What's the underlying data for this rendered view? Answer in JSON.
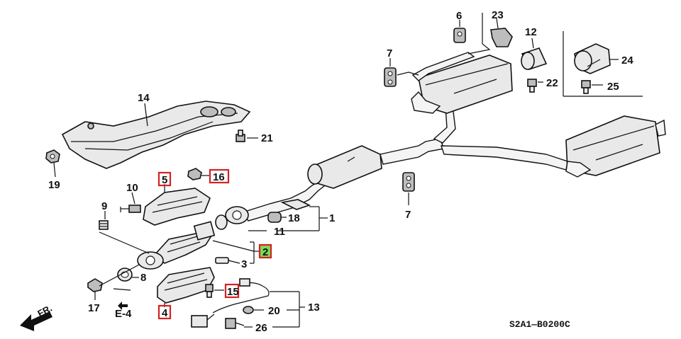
{
  "diagram": {
    "code": "S2A1—B0200C",
    "front_label": "FR.",
    "ref_label": "E-4",
    "callouts": [
      {
        "id": "1",
        "text": "1",
        "highlight": "none"
      },
      {
        "id": "2",
        "text": "2",
        "highlight": "green"
      },
      {
        "id": "3",
        "text": "3",
        "highlight": "none"
      },
      {
        "id": "4",
        "text": "4",
        "highlight": "red"
      },
      {
        "id": "5",
        "text": "5",
        "highlight": "red"
      },
      {
        "id": "6",
        "text": "6",
        "highlight": "none"
      },
      {
        "id": "7a",
        "text": "7",
        "highlight": "none"
      },
      {
        "id": "7b",
        "text": "7",
        "highlight": "none"
      },
      {
        "id": "8",
        "text": "8",
        "highlight": "none"
      },
      {
        "id": "9",
        "text": "9",
        "highlight": "none"
      },
      {
        "id": "10",
        "text": "10",
        "highlight": "none"
      },
      {
        "id": "11",
        "text": "11",
        "highlight": "none"
      },
      {
        "id": "12",
        "text": "12",
        "highlight": "none"
      },
      {
        "id": "13",
        "text": "13",
        "highlight": "none"
      },
      {
        "id": "14",
        "text": "14",
        "highlight": "none"
      },
      {
        "id": "15",
        "text": "15",
        "highlight": "red"
      },
      {
        "id": "16",
        "text": "16",
        "highlight": "red"
      },
      {
        "id": "17",
        "text": "17",
        "highlight": "none"
      },
      {
        "id": "18",
        "text": "18",
        "highlight": "none"
      },
      {
        "id": "19",
        "text": "19",
        "highlight": "none"
      },
      {
        "id": "20",
        "text": "20",
        "highlight": "none"
      },
      {
        "id": "21",
        "text": "21",
        "highlight": "none"
      },
      {
        "id": "22",
        "text": "22",
        "highlight": "none"
      },
      {
        "id": "23",
        "text": "23",
        "highlight": "none"
      },
      {
        "id": "24",
        "text": "24",
        "highlight": "none"
      },
      {
        "id": "25",
        "text": "25",
        "highlight": "none"
      },
      {
        "id": "26",
        "text": "26",
        "highlight": "none"
      }
    ],
    "colors": {
      "highlight_red": "#d42222",
      "highlight_green": "#7ed957",
      "line": "#111111"
    }
  }
}
